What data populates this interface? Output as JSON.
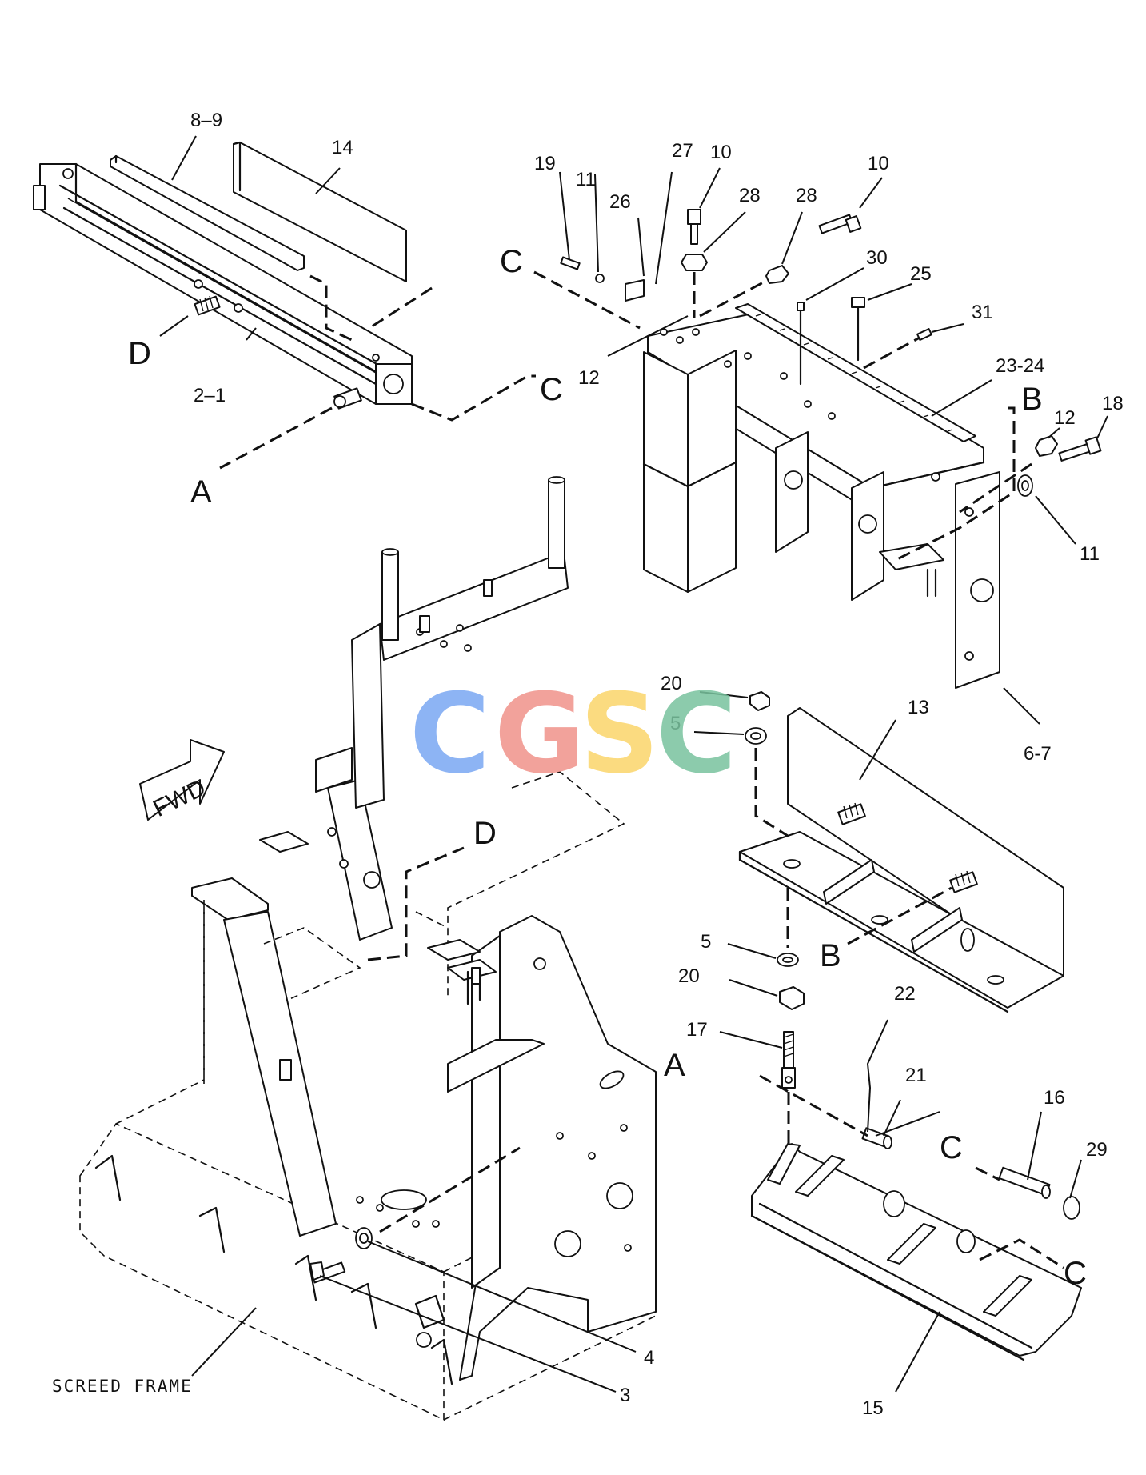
{
  "callouts": {
    "c8_9": "8–9",
    "c14": "14",
    "c19": "19",
    "c11a": "11",
    "c27": "27",
    "c10a": "10",
    "c26": "26",
    "c28a": "28",
    "c28b": "28",
    "c10b": "10",
    "c30": "30",
    "c25": "25",
    "c31": "31",
    "c23_24": "23-24",
    "c12a": "12",
    "c12b": "12",
    "c18": "18",
    "c11b": "11",
    "c2_1": "2–1",
    "c20a": "20",
    "c5a": "5",
    "c13": "13",
    "c6_7": "6-7",
    "c5b": "5",
    "c20b": "20",
    "c22": "22",
    "c17": "17",
    "c21": "21",
    "c16": "16",
    "c29": "29",
    "c15": "15",
    "c4": "4",
    "c3": "3"
  },
  "refs": {
    "C1": "C",
    "D1": "D",
    "C2": "C",
    "A1": "A",
    "B1": "B",
    "D2": "D",
    "B2": "B",
    "A2": "A",
    "C3": "C",
    "C4": "C"
  },
  "fwd_label": "FWD",
  "screed_label": "SCREED FRAME",
  "watermark": {
    "letters": [
      "C",
      "G",
      "S",
      "C"
    ],
    "colors": [
      "#7aa7f3",
      "#f0928a",
      "#fbd56a",
      "#79c39e"
    ]
  }
}
